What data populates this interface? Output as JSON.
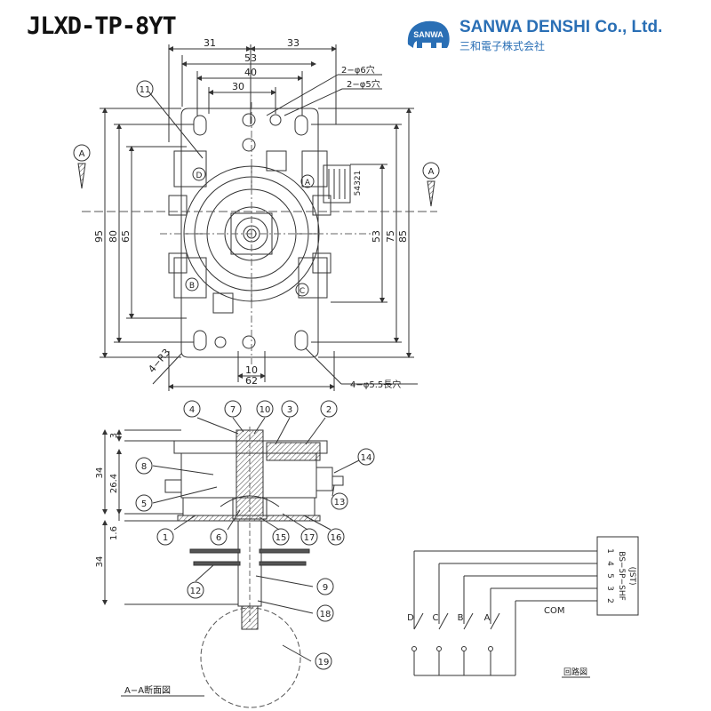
{
  "model": "JLXD-TP-8YT",
  "brand": {
    "name": "SANWA DENSHI Co., Ltd.",
    "japanese": "三和電子株式会社",
    "logo_text": "SANWA",
    "color": "#2a6fb5"
  },
  "top_view": {
    "dims_top": [
      "31",
      "33",
      "53",
      "40",
      "30"
    ],
    "holes": [
      "2−φ6穴",
      "2−φ5穴"
    ],
    "dims_left": [
      "95",
      "80",
      "65"
    ],
    "dims_right": [
      "53",
      "75",
      "85"
    ],
    "dims_bottom": [
      "10",
      "62"
    ],
    "radius": "4−R3",
    "slots": "4−φ5.5長穴",
    "section_marks": [
      "A",
      "A"
    ],
    "pins": "54321",
    "callout": "11",
    "switch_labels": [
      "D",
      "A",
      "B",
      "C"
    ]
  },
  "side_view": {
    "callouts_top": [
      "4",
      "7",
      "10",
      "3",
      "2"
    ],
    "callouts_left": [
      "8",
      "5",
      "1",
      "12"
    ],
    "callouts_bottom": [
      "6",
      "15",
      "17",
      "16"
    ],
    "callouts_right": [
      "14",
      "13",
      "9",
      "18",
      "19"
    ],
    "dims_left": [
      "3",
      "34",
      "26.4",
      "1.6",
      "34"
    ],
    "caption": "A−A断面図"
  },
  "circuit": {
    "switches": [
      "D",
      "C",
      "B",
      "A"
    ],
    "com": "COM",
    "connector": "BS−5P−SHF",
    "connector_maker": "(JST)",
    "pin_labels": [
      "5",
      "4",
      "3",
      "2",
      "1"
    ],
    "caption": "回路図"
  }
}
